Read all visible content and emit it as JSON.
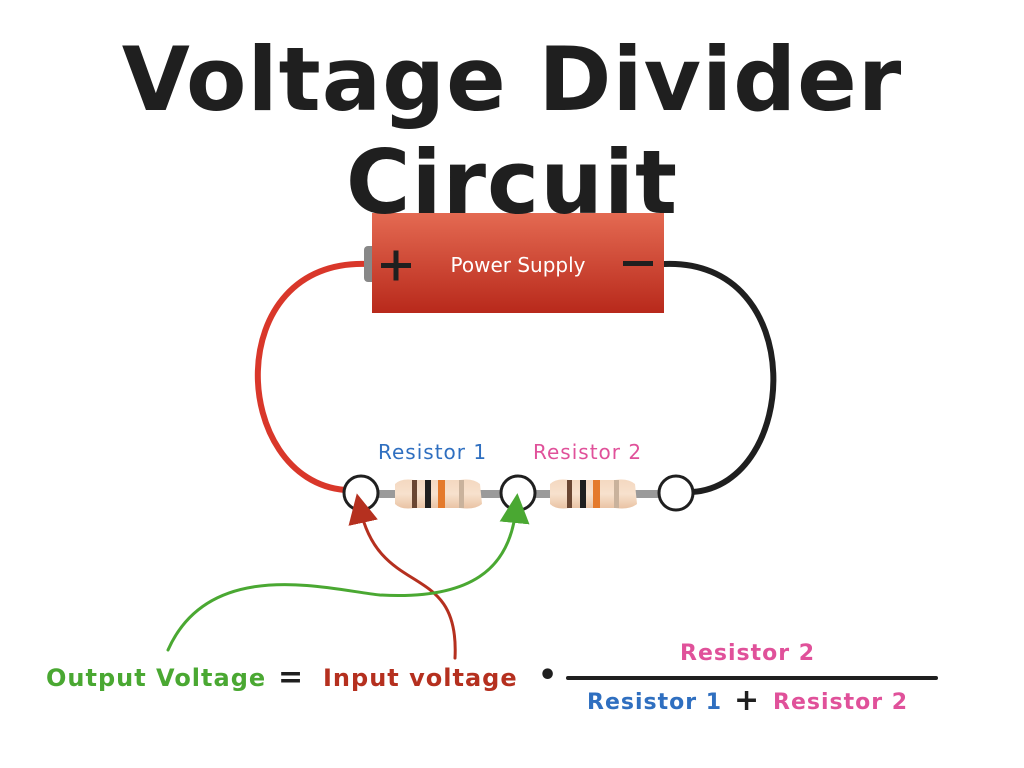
{
  "title": "Voltage Divider Circuit",
  "power_supply": {
    "label": "Power Supply",
    "plus": "+",
    "minus": "−"
  },
  "resistors": {
    "r1_label": "Resistor 1",
    "r2_label": "Resistor 2"
  },
  "equation": {
    "output": "Output Voltage",
    "equals": "=",
    "input": "Input voltage",
    "times": "•",
    "numerator": "Resistor 2",
    "denominator_r1": "Resistor 1",
    "plus": "+",
    "denominator_r2": "Resistor 2"
  },
  "colors": {
    "title": "#1f1f1f",
    "supply": "#d9432f",
    "red_wire": "#d9372a",
    "black_wire": "#1f1f1f",
    "resistor_1": "#2f6fc0",
    "resistor_2": "#e0519a",
    "output": "#4aa832",
    "input": "#b5301f"
  }
}
